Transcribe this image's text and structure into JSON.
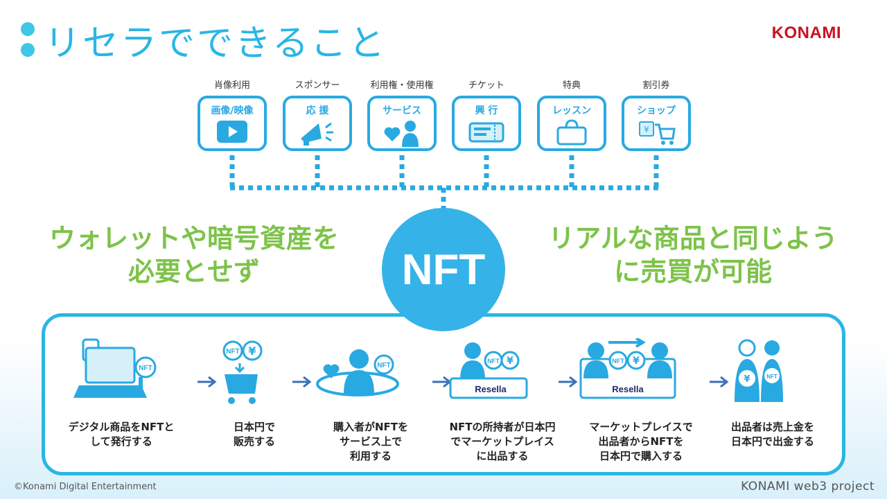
{
  "title": "リセラでできること",
  "logo": "KONAMI",
  "uses": [
    {
      "caption": "肖像利用",
      "label": "画像/映像",
      "icon": "play-video-icon"
    },
    {
      "caption": "スポンサー",
      "label": "応 援",
      "icon": "megaphone-icon"
    },
    {
      "caption": "利用権・使用権",
      "label": "サービス",
      "icon": "heart-person-icon"
    },
    {
      "caption": "チケット",
      "label": "興 行",
      "icon": "ticket-icon"
    },
    {
      "caption": "特典",
      "label": "レッスン",
      "icon": "bag-icon"
    },
    {
      "caption": "割引券",
      "label": "ショップ",
      "icon": "shopping-cart-icon"
    }
  ],
  "hub": "NFT",
  "left_message": [
    "ウォレットや暗号資産を",
    "必要とせず"
  ],
  "right_message": [
    "リアルな商品と同じよう",
    "に売買が可能"
  ],
  "icon_labels": {
    "nft": "NFT",
    "yen": "¥",
    "resella": "Resella"
  },
  "steps": [
    {
      "lines": [
        "デジタル商品をNFTと",
        "して発行する"
      ],
      "icon": "laptop-nft-icon"
    },
    {
      "lines": [
        "日本円で",
        "販売する"
      ],
      "icon": "cart-nft-yen-icon"
    },
    {
      "lines": [
        "購入者がNFTを",
        "サービス上で",
        "利用する"
      ],
      "icon": "person-heart-nft-icon"
    },
    {
      "lines": [
        "NFTの所持者が日本円",
        "でマーケットプレイス",
        "に出品する"
      ],
      "icon": "resella-list-icon"
    },
    {
      "lines": [
        "マーケットプレイスで",
        "出品者からNFTを",
        "日本円で購入する"
      ],
      "icon": "resella-exchange-icon"
    },
    {
      "lines": [
        "出品者は売上金を",
        "日本円で出金する"
      ],
      "icon": "people-withdraw-icon"
    }
  ],
  "footer_left": "©Konami Digital Entertainment",
  "footer_right": "KONAMI web3 project",
  "colors": {
    "blue": "#29b6e4",
    "green": "#7dc34a",
    "brand_red": "#cc1020"
  }
}
